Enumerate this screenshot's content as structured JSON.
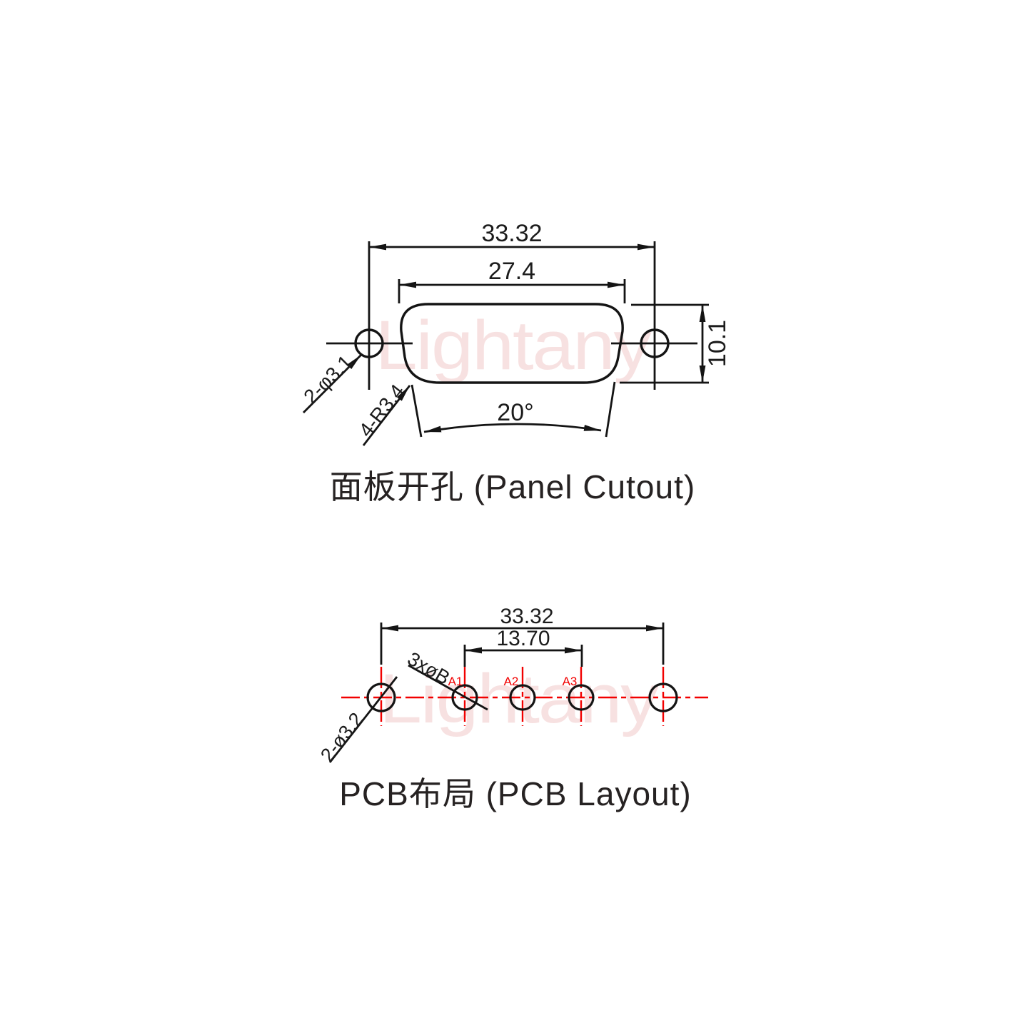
{
  "watermark": {
    "text": "Lightany"
  },
  "colors": {
    "line": "#141414",
    "dimension_text": "#1c1c1c",
    "accent_red": "#f20000",
    "watermark_pink": "#f7e1e1",
    "background": "#ffffff"
  },
  "panel_cutout": {
    "title": "面板开孔 (Panel Cutout)",
    "dimensions": {
      "overall_width": "33.32",
      "cutout_width": "27.4",
      "cutout_height": "10.1",
      "side_angle": "20°",
      "mount_holes": "2-φ3.1",
      "corner_radius": "4-R3.4"
    }
  },
  "pcb_layout": {
    "title": "PCB布局 (PCB Layout)",
    "dimensions": {
      "overall_width": "33.32",
      "signal_span": "13.70",
      "mount_holes": "2-ø3.2",
      "signal_holes": "3xøB"
    },
    "pad_labels": [
      "A1",
      "A2",
      "A3"
    ]
  }
}
